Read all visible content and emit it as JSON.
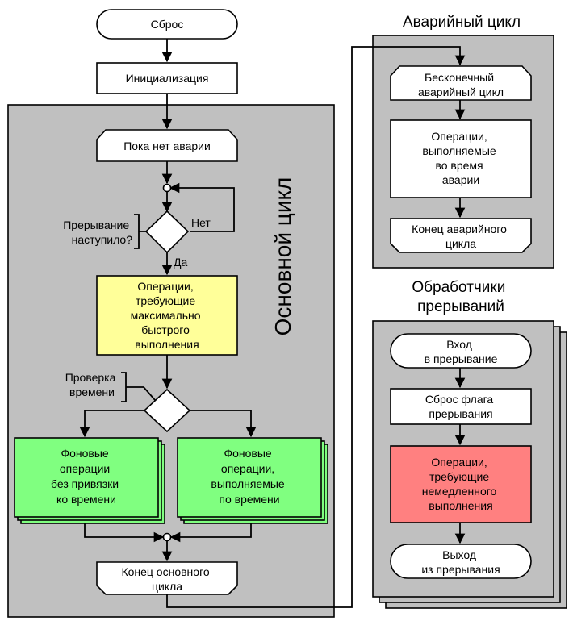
{
  "main_loop": {
    "title": "Основной цикл",
    "start": "Сброс",
    "init": "Инициализация",
    "while_no_fault": "Пока нет аварии",
    "interrupt_question": [
      "Прерывание",
      "наступило?"
    ],
    "no": "Нет",
    "yes": "Да",
    "fast_ops": [
      "Операции,",
      "требующие",
      "максимально",
      "быстрого",
      "выполнения"
    ],
    "time_check": [
      "Проверка",
      "времени"
    ],
    "bg_untimed": [
      "Фоновые",
      "операции",
      "без привязки",
      "ко времени"
    ],
    "bg_timed": [
      "Фоновые",
      "операции,",
      "выполняемые",
      "по времени"
    ],
    "loop_end": [
      "Конец основного",
      "цикла"
    ]
  },
  "emergency_loop": {
    "title": "Аварийный цикл",
    "start": [
      "Бесконечный",
      "аварийный цикл"
    ],
    "ops": [
      "Операции,",
      "выполняемые",
      "во время",
      "аварии"
    ],
    "end": [
      "Конец аварийного",
      "цикла"
    ]
  },
  "interrupt_handlers": {
    "title": [
      "Обработчики",
      "прерываний"
    ],
    "entry": [
      "Вход",
      "в прерывание"
    ],
    "flag_reset": [
      "Сброс флага",
      "прерывания"
    ],
    "ops": [
      "Операции,",
      "требующие",
      "немедленного",
      "выполнения"
    ],
    "exit": [
      "Выход",
      "из прерывания"
    ]
  },
  "colors": {
    "panel": "#c0c0c0",
    "fast_ops": "#ffff99",
    "background_ops": "#80ff80",
    "urgent_ops": "#ff8080",
    "box": "#ffffff"
  }
}
